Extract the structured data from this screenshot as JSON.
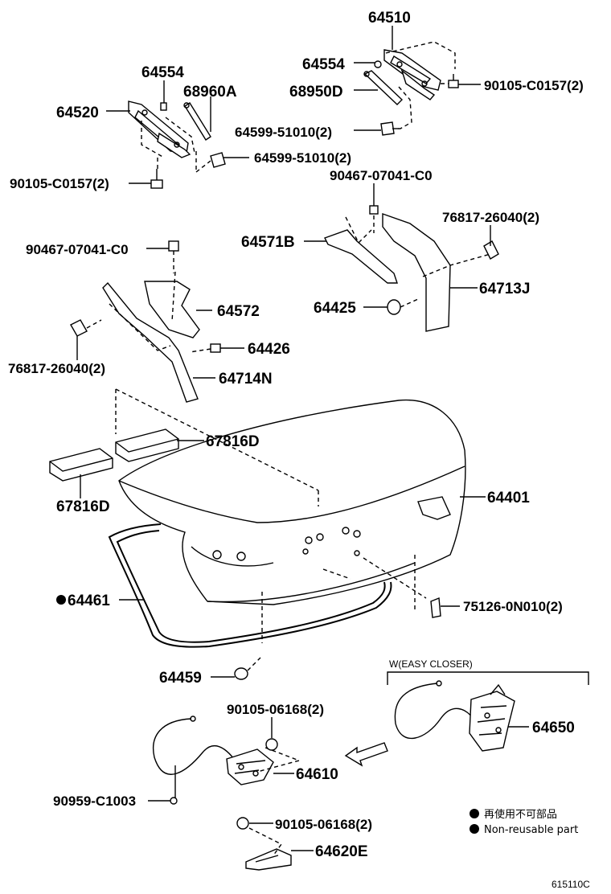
{
  "parts": {
    "p64510": "64510",
    "p64554_r": "64554",
    "p68950D": "68950D",
    "p90105_C0157_r": "90105-C0157(2)",
    "p64599_r": "64599-51010(2)",
    "p64554_l": "64554",
    "p68960A": "68960A",
    "p64520": "64520",
    "p64599_l": "64599-51010(2)",
    "p90105_C0157_l": "90105-C0157(2)",
    "p90467_r": "90467-07041-C0",
    "p76817_r": "76817-26040(2)",
    "p64571B": "64571B",
    "p90467_l": "90467-07041-C0",
    "p64572": "64572",
    "p64713J": "64713J",
    "p64425": "64425",
    "p76817_l": "76817-26040(2)",
    "p64426": "64426",
    "p64714N": "64714N",
    "p67816D_top": "67816D",
    "p67816D_bottom": "67816D",
    "p64401": "64401",
    "p64461": "64461",
    "p75126": "75126-0N010(2)",
    "p64459": "64459",
    "p90105_06168_top": "90105-06168(2)",
    "p64610": "64610",
    "p90959": "90959-C1003",
    "p90105_06168_bottom": "90105-06168(2)",
    "p64620E": "64620E",
    "p64650": "64650"
  },
  "easy_closer_label": "W(EASY CLOSER)",
  "legend": {
    "non_reusable_jp": "再使用不可部品",
    "non_reusable_en": "Non-reusable part"
  },
  "figure_id": "615110C"
}
